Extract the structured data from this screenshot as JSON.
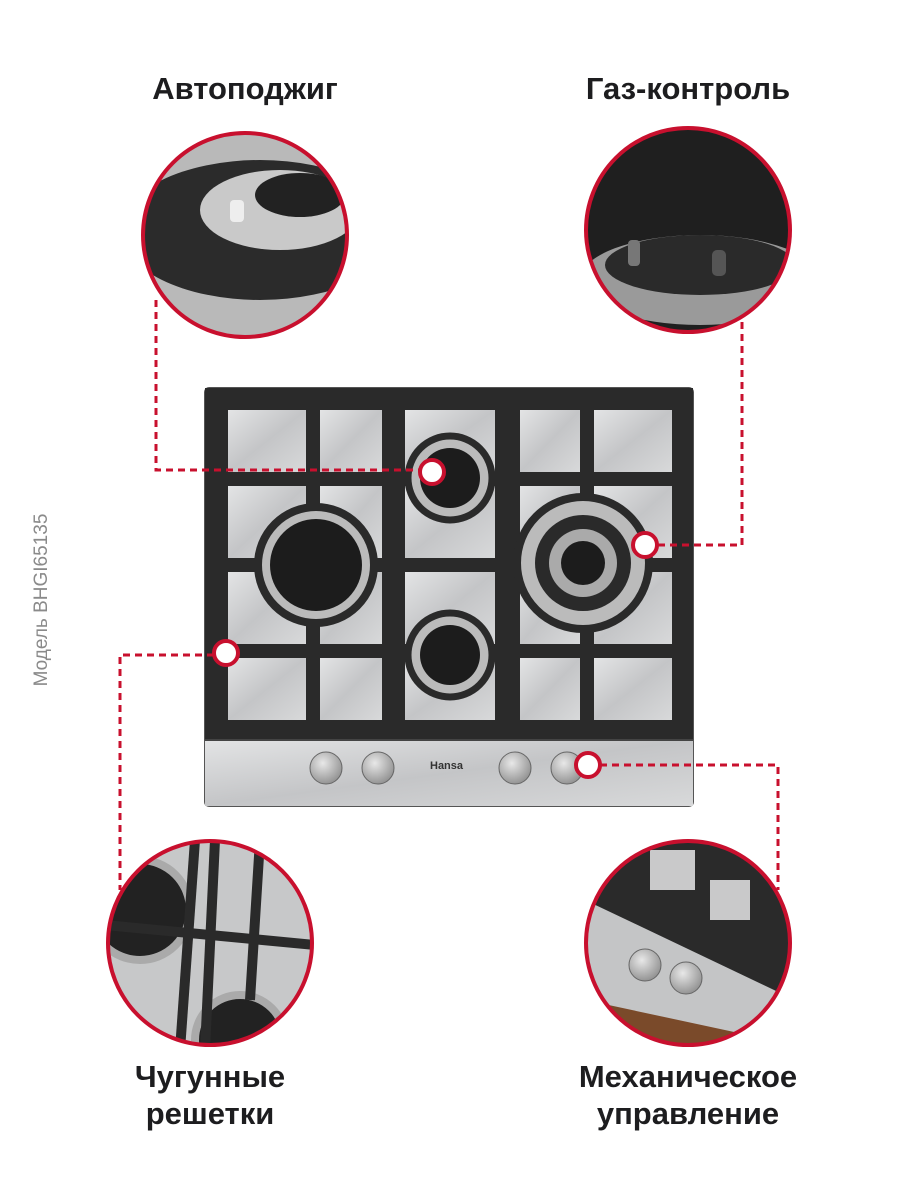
{
  "features": {
    "auto_ignition": "Автоподжиг",
    "gas_control": "Газ-контроль",
    "cast_iron_grates_line1": "Чугунные",
    "cast_iron_grates_line2": "решетки",
    "mechanical_control_line1": "Механическое",
    "mechanical_control_line2": "управление"
  },
  "model_label": "Модель BHGI65135",
  "brand": "Hansa",
  "colors": {
    "accent": "#c8102e",
    "steel": "#c9cacb",
    "grate": "#2b2b2b"
  }
}
